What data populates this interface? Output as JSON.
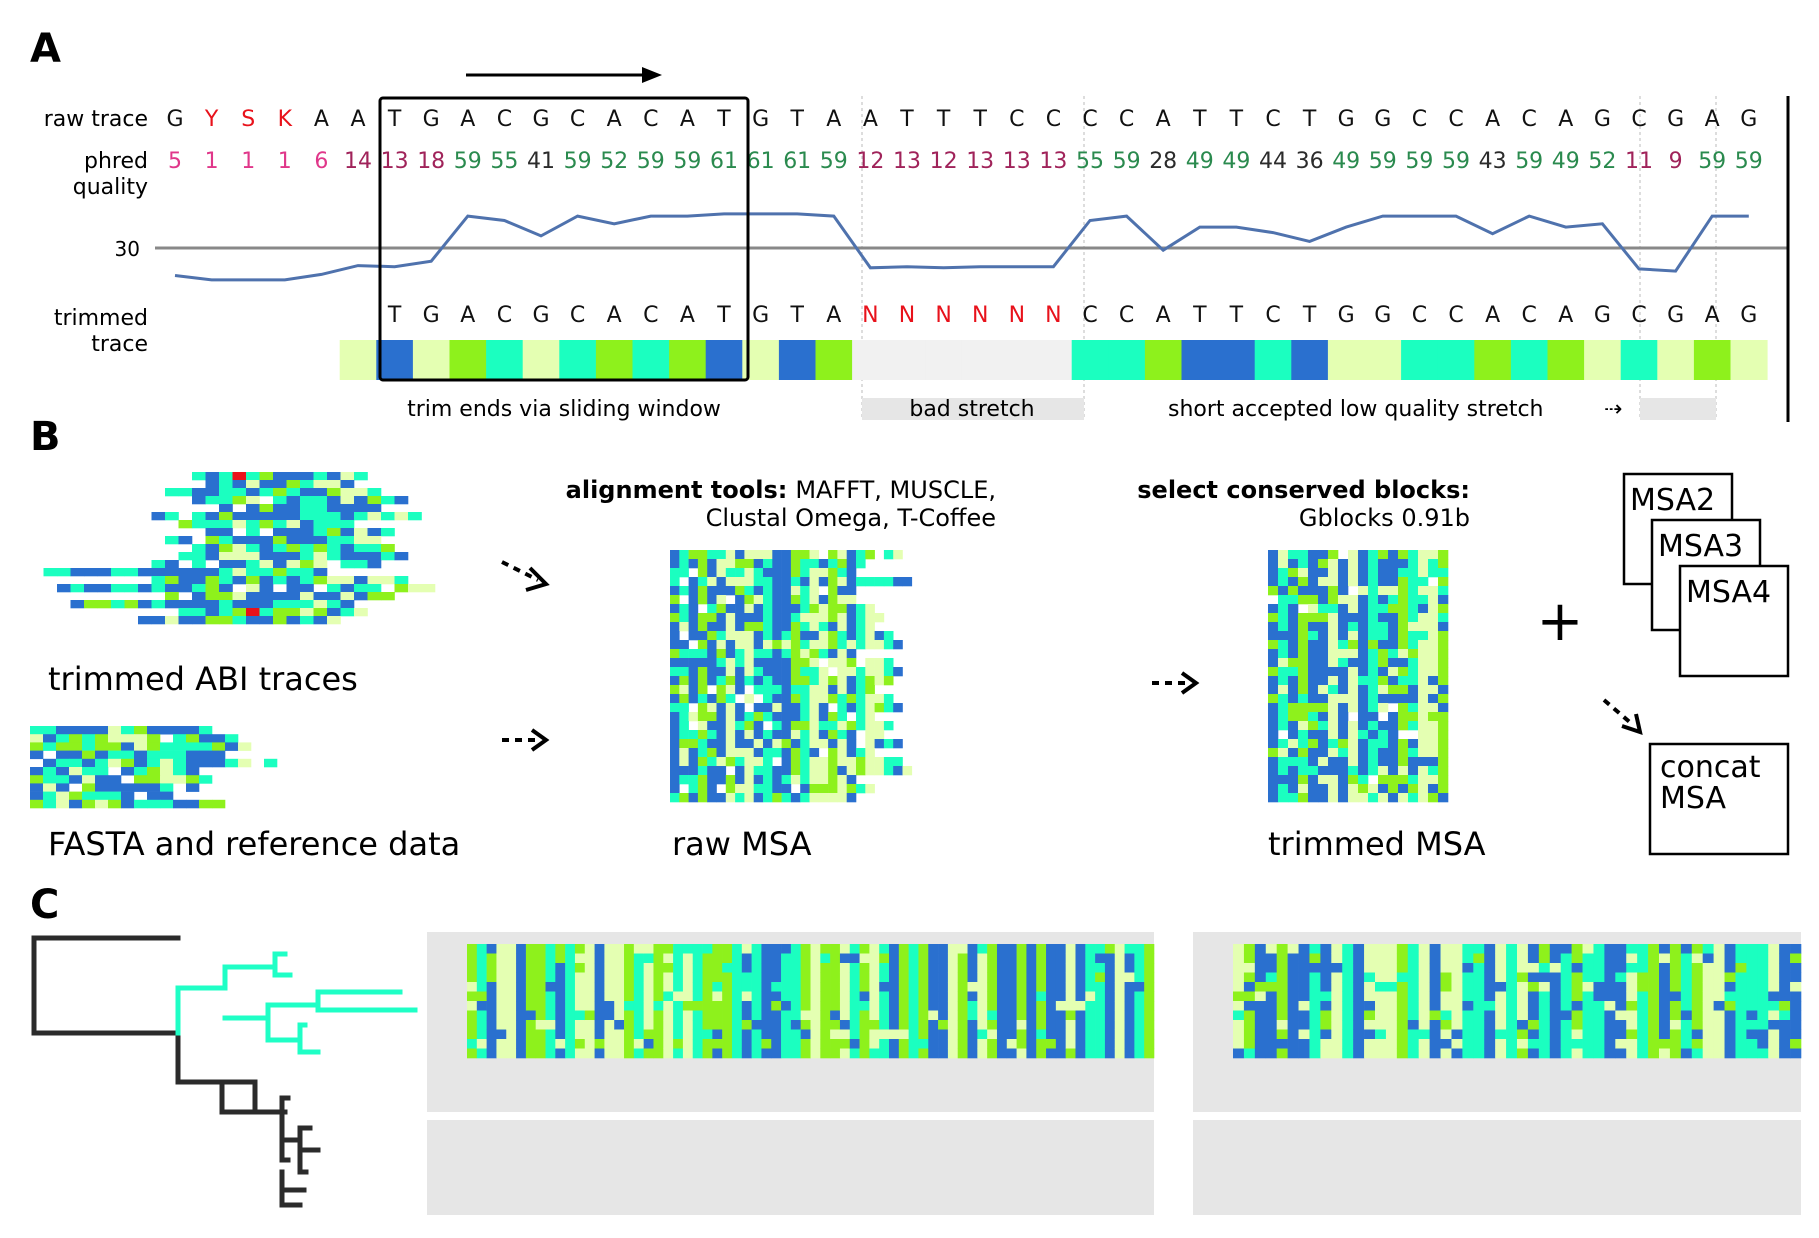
{
  "panel_labels": {
    "a": "A",
    "b": "B",
    "c": "C"
  },
  "colors": {
    "A": "#8ef11c",
    "C": "#1bffc0",
    "G": "#e4ffb2",
    "T": "#2a70cf",
    "N": "#f1f1f1",
    "red": "#e8121b",
    "pink": "#e0378a",
    "maroon": "#a0235a",
    "green": "#2a8a4e",
    "dark": "#2b2b2b",
    "line": "#4f72ad",
    "threshold": "#888888",
    "gap": "#e6e6e6"
  },
  "panel_a": {
    "row_labels": {
      "raw_trace": "raw trace",
      "phred_line1": "phred",
      "phred_line2": "quality",
      "threshold": "30",
      "trimmed_line1": "trimmed",
      "trimmed_line2": "trace"
    },
    "raw_bases": [
      "G",
      "Y",
      "S",
      "K",
      "A",
      "A",
      "T",
      "G",
      "A",
      "C",
      "G",
      "C",
      "A",
      "C",
      "A",
      "T",
      "G",
      "T",
      "A",
      "A",
      "T",
      "T",
      "T",
      "C",
      "C",
      "C",
      "C",
      "A",
      "T",
      "T",
      "C",
      "T",
      "G",
      "G",
      "C",
      "C",
      "A",
      "C",
      "A",
      "G",
      "C",
      "G",
      "A",
      "G"
    ],
    "phred": [
      5,
      1,
      1,
      1,
      6,
      14,
      13,
      18,
      59,
      55,
      41,
      59,
      52,
      59,
      59,
      61,
      61,
      61,
      59,
      12,
      13,
      12,
      13,
      13,
      13,
      55,
      59,
      28,
      49,
      49,
      44,
      36,
      49,
      59,
      59,
      59,
      43,
      59,
      49,
      52,
      11,
      9,
      59,
      59
    ],
    "trimmed_bases": [
      "",
      "",
      "",
      "",
      "",
      "",
      "T",
      "G",
      "A",
      "C",
      "G",
      "C",
      "A",
      "C",
      "A",
      "T",
      "G",
      "T",
      "A",
      "N",
      "N",
      "N",
      "N",
      "N",
      "N",
      "C",
      "C",
      "A",
      "T",
      "T",
      "C",
      "T",
      "G",
      "G",
      "C",
      "C",
      "A",
      "C",
      "A",
      "G",
      "C",
      "G",
      "A",
      "G"
    ],
    "annotations": {
      "sliding_window": "trim ends via sliding window",
      "bad_stretch": "bad stretch",
      "short_stretch": "short accepted low quality stretch",
      "short_stretch_arrow": "⇢"
    }
  },
  "panel_b": {
    "abi_label": "trimmed ABI traces",
    "fasta_label": "FASTA and reference data",
    "align_tools_bold": "alignment tools:",
    "align_tools_list": "MAFFT, MUSCLE,",
    "align_tools_list2": "Clustal Omega, T-Coffee",
    "select_bold": "select conserved blocks:",
    "select_tool": "Gblocks 0.91b",
    "raw_msa_label": "raw MSA",
    "trimmed_msa_label": "trimmed MSA",
    "plus": "+",
    "msa_cards": [
      "MSA2",
      "MSA3",
      "MSA4"
    ],
    "concat_line1": "concat",
    "concat_line2": "MSA"
  }
}
